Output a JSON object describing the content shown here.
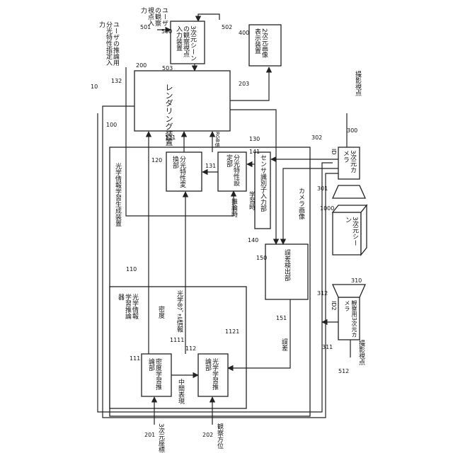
{
  "labels": {
    "system_title": "光学情報学習生成装置",
    "rendering": "レンダリング装置",
    "user_input_device": "3次元シーンの観察視点入力装置",
    "display_2d": "2次元画像表示装置",
    "spectral_converter": "分光特性変換部",
    "spectral_setter": "分光特性設定部",
    "sensor_id_input": "センサ識別子入力部",
    "error_detector": "誤差検出部",
    "learning_inferencer": "光学情報学習推論器",
    "density_inferencer": "密度学習推論部",
    "optical_inferencer": "光学学習推論部",
    "camera_3d": "3次元カメラ",
    "camera_3d_obs": "観察用3次元カメラ",
    "scene": "3次元シーン",
    "user_view_input": "ユーザの観察視点入力",
    "user_spectral_input": "ユーザの推論用分光特性指定入力",
    "shoot_view": "撮影視点",
    "shoot_view_2": "撮影視点",
    "rgb_value": "RGB値",
    "learning_mode": "学習時",
    "inference_mode": "推論時",
    "camera_image": "カメラ画像",
    "density": "密度",
    "optical_8": "光学8ｸﾞｬﾙ情報",
    "intermediate": "中間表現",
    "error": "誤差",
    "coord_3d": "3次元座標",
    "view_dir": "観察方位",
    "id1": "ID",
    "id2": "ID2"
  },
  "refs": {
    "r10": "10",
    "r100": "100",
    "r110": "110",
    "r111": "111",
    "r1111": "1111",
    "r112": "112",
    "r1121": "1121",
    "r120": "120",
    "r121": "121",
    "r130": "130",
    "r131": "131",
    "r132": "132",
    "r140": "140",
    "r141": "141",
    "r150": "150",
    "r151": "151",
    "r200": "200",
    "r201": "201",
    "r202": "202",
    "r203": "203",
    "r300": "300",
    "r301": "301",
    "r302": "302",
    "r310": "310",
    "r311": "311",
    "r312": "312",
    "r400": "400",
    "r500": "500",
    "r501": "501",
    "r502": "502",
    "r503": "503",
    "r512": "512",
    "r1000": "1000"
  }
}
